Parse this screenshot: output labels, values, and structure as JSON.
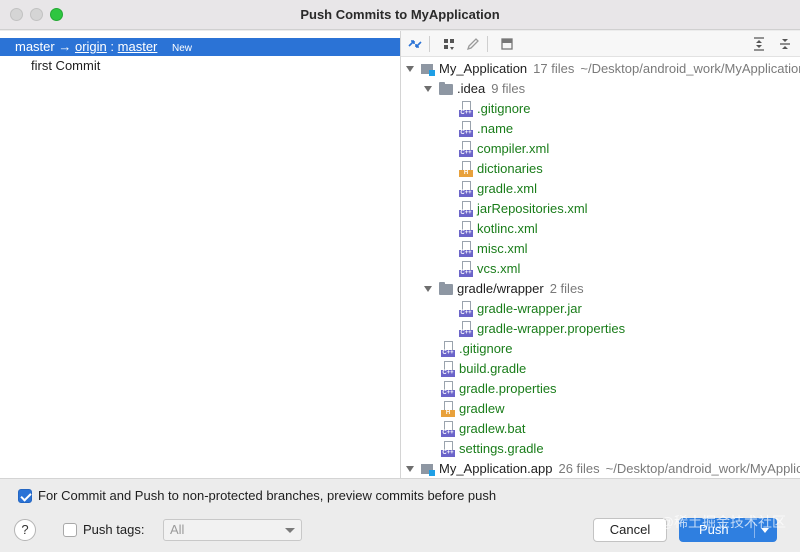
{
  "window": {
    "title": "Push Commits to MyApplication"
  },
  "commits": {
    "branch": {
      "local": "master",
      "arrow": "→",
      "remote": "origin",
      "separator": ":",
      "remote_branch": "master",
      "badge": "New"
    },
    "items": [
      {
        "label": "first Commit"
      }
    ]
  },
  "toolbar": {
    "icons": [
      "expand-pin-icon",
      "group-by-icon",
      "edit-icon",
      "commit-message-icon",
      "expand-all-icon",
      "collapse-all-icon"
    ]
  },
  "tree": {
    "root": {
      "name": "My_Application",
      "count": "17 files",
      "path": "~/Desktop/android_work/MyApplication"
    },
    "idea": {
      "name": ".idea",
      "count": "9 files"
    },
    "idea_files": [
      ".gitignore",
      ".name",
      "compiler.xml",
      "dictionaries",
      "gradle.xml",
      "jarRepositories.xml",
      "kotlinc.xml",
      "misc.xml",
      "vcs.xml"
    ],
    "wrapper": {
      "name": "gradle/wrapper",
      "count": "2 files"
    },
    "wrapper_files": [
      "gradle-wrapper.jar",
      "gradle-wrapper.properties"
    ],
    "root_files": [
      ".gitignore",
      "build.gradle",
      "gradle.properties",
      "gradlew",
      "gradlew.bat",
      "settings.gradle"
    ],
    "app": {
      "name": "My_Application.app",
      "count": "26 files",
      "path": "~/Desktop/android_work/MyApplication/app"
    }
  },
  "bottom": {
    "preview_label": "For Commit and Push to non-protected branches, preview commits before push",
    "push_tags_label": "Push tags:",
    "tags_value": "All",
    "help_label": "?",
    "cancel_label": "Cancel",
    "push_label": "Push",
    "watermark": "@稀土掘金技术社区"
  },
  "colors": {
    "accent": "#2b73d6",
    "file_added": "#1a7d1a"
  }
}
